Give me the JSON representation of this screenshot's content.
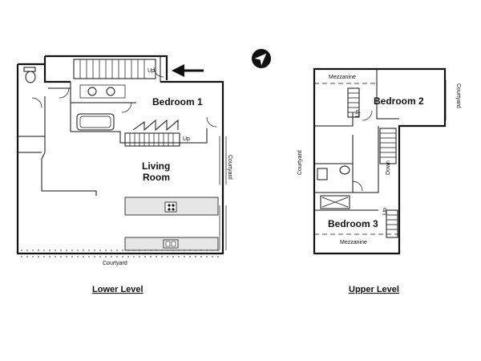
{
  "lower_level": {
    "title": "Lower Level",
    "bedroom1": "Bedroom 1",
    "living_room_line1": "Living",
    "living_room_line2": "Room",
    "courtyard_bottom": "Courtyard",
    "courtyard_right": "Courtyard",
    "up_top": "Up",
    "up_bottom": "Up"
  },
  "upper_level": {
    "title": "Upper Level",
    "bedroom2": "Bedroom 2",
    "bedroom3": "Bedroom 3",
    "mezzanine_top": "Mezzanine",
    "mezzanine_bottom": "Mezzanine",
    "courtyard_left": "Courtyard",
    "courtyard_right": "Courtyard",
    "up_left": "Up",
    "up_right": "Up",
    "down": "Down"
  },
  "icons": {
    "compass": "compass-north-icon",
    "entrance": "entrance-arrow-icon"
  }
}
